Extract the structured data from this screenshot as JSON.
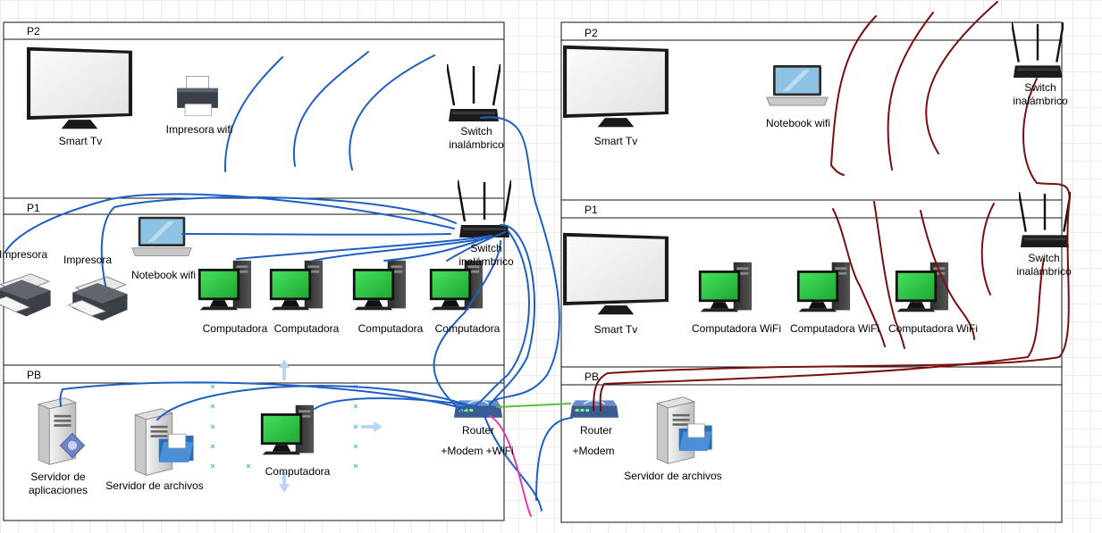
{
  "buildings": [
    {
      "floors": [
        "P2",
        "P1",
        "PB"
      ]
    },
    {
      "floors": [
        "P2",
        "P1",
        "PB"
      ]
    }
  ],
  "left": {
    "p2": {
      "smart_tv": "Smart Tv",
      "printer": "Impresora wifi",
      "switch": "Switch inalámbrico"
    },
    "p1": {
      "printer_a": "Impresora",
      "printer_b": "Impresora",
      "notebook": "Notebook wifi",
      "switch": "Switch inalámbrico",
      "computers": [
        "Computadora",
        "Computadora",
        "Computadora",
        "Computadora"
      ]
    },
    "pb": {
      "app_server": "Servidor de aplicaciones",
      "file_server": "Servidor de archivos",
      "computer": "Computadora",
      "router": "Router",
      "router_sub": "+Modem +WiFi"
    }
  },
  "right": {
    "p2": {
      "smart_tv": "Smart Tv",
      "notebook": "Notebook wifi",
      "switch": "Switch inalámbrico"
    },
    "p1": {
      "smart_tv": "Smart Tv",
      "computers": [
        "Computadora WiFi",
        "Computadora WiFi",
        "Computadora WiFi"
      ],
      "switch": "Switch inalámbrico"
    },
    "pb": {
      "router": "Router",
      "router_sub": "+Modem",
      "file_server": "Servidor de archivos"
    }
  },
  "colors": {
    "wired": "#1f5fc4",
    "wireless": "#7a0f0f",
    "wan_link": "#55c23c",
    "external": "#e83aaa",
    "screen_green": "#2fd048",
    "tv_screen": "#f1f1f1"
  }
}
